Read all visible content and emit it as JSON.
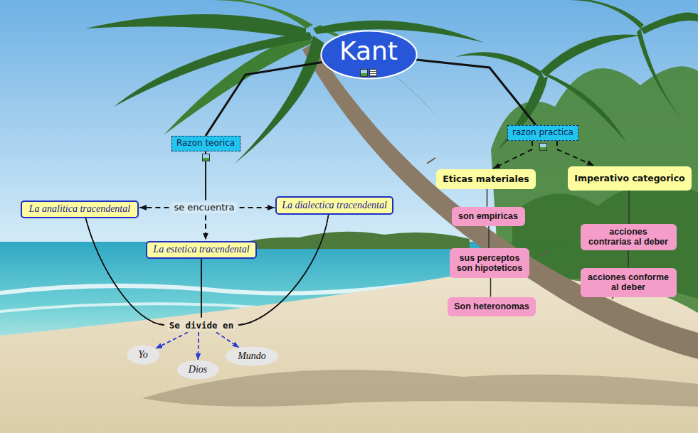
{
  "diagram": {
    "nodes": [
      {
        "text": [
          "Kant"
        ]
      },
      {
        "text": [
          "Razon teorica"
        ]
      },
      {
        "text": [
          "razon practica"
        ]
      },
      {
        "text": [
          "La analitica tracendental"
        ]
      },
      {
        "text": [
          "La dialectica tracendental"
        ]
      },
      {
        "text": [
          "La estetica tracendental"
        ]
      },
      {
        "text": [
          "Eticas materiales"
        ]
      },
      {
        "text": [
          "Imperativo categorico"
        ]
      },
      {
        "text": [
          "son empiricas"
        ]
      },
      {
        "text": [
          "sus perceptos son hipoteticos"
        ]
      },
      {
        "text": [
          "Son heteronomas"
        ]
      },
      {
        "text": [
          "acciones contrarias al deber"
        ]
      },
      {
        "text": [
          "acciones conforme al deber"
        ]
      },
      {
        "text": [
          "Yo"
        ]
      },
      {
        "text": [
          "Dios"
        ]
      },
      {
        "text": [
          "Mundo"
        ]
      }
    ],
    "edges": [
      {
        "from": 0,
        "to": 1,
        "arrow": "none"
      },
      {
        "from": 0,
        "to": 2,
        "arrow": "none"
      },
      {
        "from": 1,
        "to": 3,
        "arrow": "to"
      },
      {
        "from": 1,
        "to": 4,
        "arrow": "to"
      },
      {
        "from": 1,
        "to": 5,
        "arrow": "to"
      },
      {
        "from": 2,
        "to": 6,
        "arrow": "to"
      },
      {
        "from": 2,
        "to": 7,
        "arrow": "to"
      },
      {
        "from": 6,
        "to": 8,
        "arrow": "none"
      },
      {
        "from": 8,
        "to": 9,
        "arrow": "none"
      },
      {
        "from": 9,
        "to": 10,
        "arrow": "none"
      },
      {
        "from": 7,
        "to": 11,
        "arrow": "none"
      },
      {
        "from": 11,
        "to": 12,
        "arrow": "none"
      },
      {
        "from": 3,
        "to": 13,
        "arrow": "to"
      },
      {
        "from": 3,
        "to": 14,
        "arrow": "to"
      },
      {
        "from": 3,
        "to": 15,
        "arrow": "to"
      },
      {
        "from": 4,
        "to": 13,
        "arrow": "to"
      },
      {
        "from": 4,
        "to": 14,
        "arrow": "to"
      },
      {
        "from": 4,
        "to": 15,
        "arrow": "to"
      },
      {
        "from": 5,
        "to": 13,
        "arrow": "to"
      },
      {
        "from": 5,
        "to": 14,
        "arrow": "to"
      },
      {
        "from": 5,
        "to": 15,
        "arrow": "to"
      }
    ],
    "labels": [
      "se encuentra",
      "Se divide en"
    ]
  }
}
